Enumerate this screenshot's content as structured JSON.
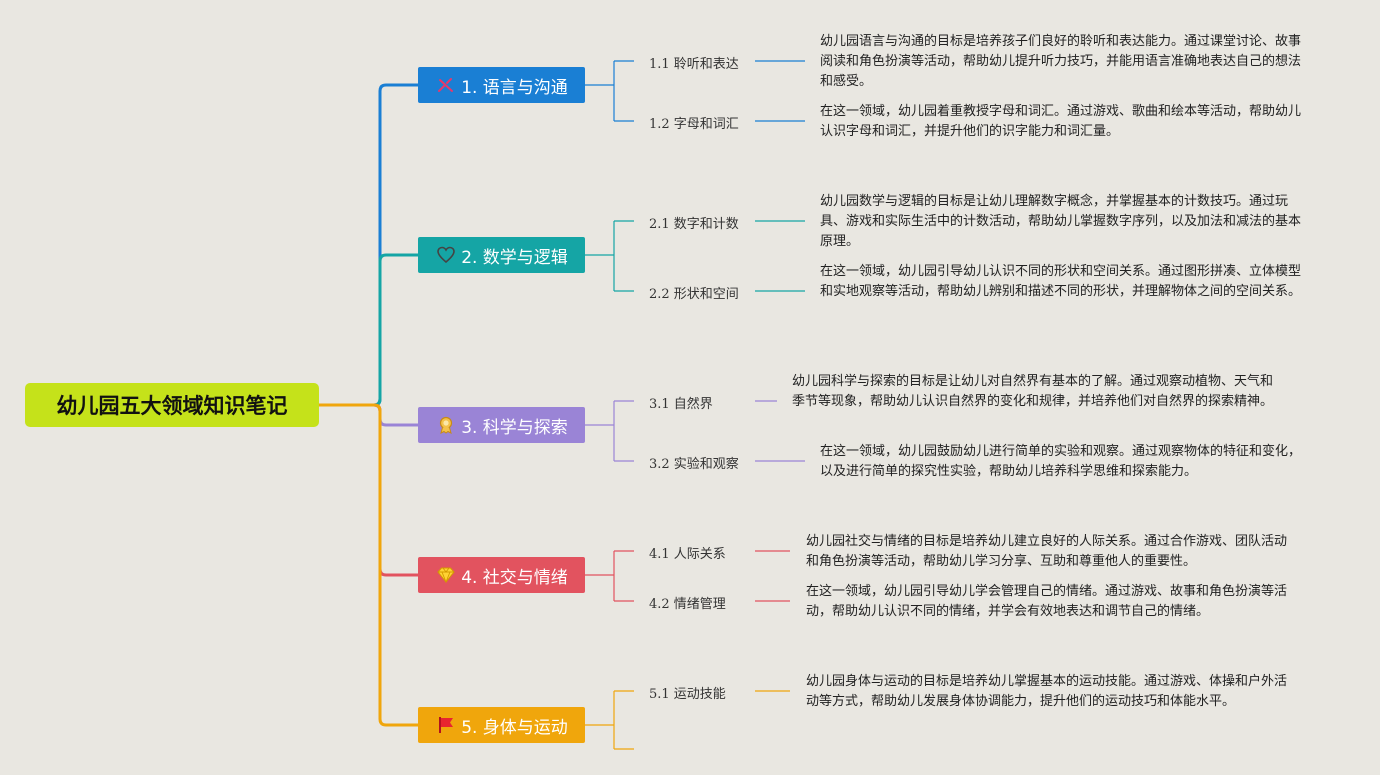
{
  "root": {
    "title": "幼儿园五大领域知识笔记"
  },
  "branches": [
    {
      "label": "1. 语言与沟通",
      "icon": "pencil-ruler-icon",
      "color": "#1a7fd4",
      "subs": [
        {
          "label": "1.1 聆听和表达",
          "desc": "幼儿园语言与沟通的目标是培养孩子们良好的聆听和表达能力。通过课堂讨论、故事阅读和角色扮演等活动，帮助幼儿提升听力技巧，并能用语言准确地表达自己的想法和感受。"
        },
        {
          "label": "1.2 字母和词汇",
          "desc": "在这一领域，幼儿园着重教授字母和词汇。通过游戏、歌曲和绘本等活动，帮助幼儿认识字母和词汇，并提升他们的识字能力和词汇量。"
        }
      ]
    },
    {
      "label": "2. 数学与逻辑",
      "icon": "heart-icon",
      "color": "#15a5a5",
      "subs": [
        {
          "label": "2.1 数字和计数",
          "desc": "幼儿园数学与逻辑的目标是让幼儿理解数字概念，并掌握基本的计数技巧。通过玩具、游戏和实际生活中的计数活动，帮助幼儿掌握数字序列，以及加法和减法的基本原理。"
        },
        {
          "label": "2.2 形状和空间",
          "desc": "在这一领域，幼儿园引导幼儿认识不同的形状和空间关系。通过图形拼凑、立体模型和实地观察等活动，帮助幼儿辨别和描述不同的形状，并理解物体之间的空间关系。"
        }
      ]
    },
    {
      "label": "3. 科学与探索",
      "icon": "medal-icon",
      "color": "#9a84d6",
      "subs": [
        {
          "label": "3.1 自然界",
          "desc": "幼儿园科学与探索的目标是让幼儿对自然界有基本的了解。通过观察动植物、天气和季节等现象，帮助幼儿认识自然界的变化和规律，并培养他们对自然界的探索精神。"
        },
        {
          "label": "3.2 实验和观察",
          "desc": "在这一领域，幼儿园鼓励幼儿进行简单的实验和观察。通过观察物体的特征和变化，以及进行简单的探究性实验，帮助幼儿培养科学思维和探索能力。"
        }
      ]
    },
    {
      "label": "4. 社交与情绪",
      "icon": "diamond-icon",
      "color": "#e2535f",
      "subs": [
        {
          "label": "4.1 人际关系",
          "desc": "幼儿园社交与情绪的目标是培养幼儿建立良好的人际关系。通过合作游戏、团队活动和角色扮演等活动，帮助幼儿学习分享、互助和尊重他人的重要性。"
        },
        {
          "label": "4.2 情绪管理",
          "desc": "在这一领域，幼儿园引导幼儿学会管理自己的情绪。通过游戏、故事和角色扮演等活动，帮助幼儿认识不同的情绪，并学会有效地表达和调节自己的情绪。"
        }
      ]
    },
    {
      "label": "5. 身体与运动",
      "icon": "flag-icon",
      "color": "#f0a60c",
      "subs": [
        {
          "label": "5.1 运动技能",
          "desc": "幼儿园身体与运动的目标是培养幼儿掌握基本的运动技能。通过游戏、体操和户外活动等方式，帮助幼儿发展身体协调能力，提升他们的运动技巧和体能水平。"
        }
      ]
    }
  ]
}
